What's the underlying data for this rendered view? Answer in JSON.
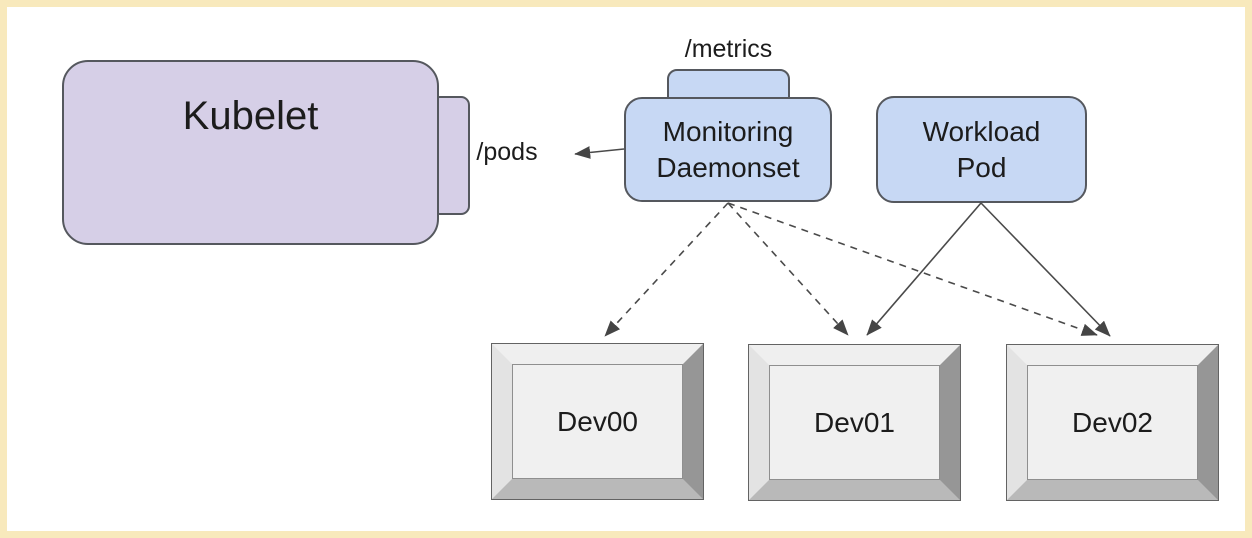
{
  "diagram": {
    "kind": "kubernetes-device-monitoring-architecture"
  },
  "nodes": {
    "kubelet": {
      "label": "Kubelet"
    },
    "monitoring_daemonset": {
      "line1": "Monitoring",
      "line2": "Daemonset"
    },
    "workload_pod": {
      "line1": "Workload",
      "line2": "Pod"
    },
    "devices": [
      {
        "id": "dev00",
        "label": "Dev00"
      },
      {
        "id": "dev01",
        "label": "Dev01"
      },
      {
        "id": "dev02",
        "label": "Dev02"
      }
    ]
  },
  "labels": {
    "pods_endpoint": "/pods",
    "metrics_endpoint": "/metrics"
  },
  "edges": [
    {
      "from": "monitoring_daemonset",
      "to": "kubelet",
      "style": "solid",
      "label": "/pods"
    },
    {
      "from": "monitoring_daemonset",
      "to": "dev00",
      "style": "dashed"
    },
    {
      "from": "monitoring_daemonset",
      "to": "dev01",
      "style": "dashed"
    },
    {
      "from": "monitoring_daemonset",
      "to": "dev02",
      "style": "dashed"
    },
    {
      "from": "workload_pod",
      "to": "dev01",
      "style": "solid"
    },
    {
      "from": "workload_pod",
      "to": "dev02",
      "style": "solid"
    }
  ],
  "colors": {
    "frame": "#f8e9bc",
    "node-purple": "#d6cfe7",
    "node-blue": "#c7d8f4",
    "node-border": "#55585e",
    "edge": "#4a4a4a",
    "device-face-top": "#efefef",
    "device-face-left": "#e3e3e3",
    "device-face-right": "#969696",
    "device-face-bottom": "#b9b9b9",
    "device-panel": "#f0f0f0",
    "text": "#1c1c1c"
  }
}
